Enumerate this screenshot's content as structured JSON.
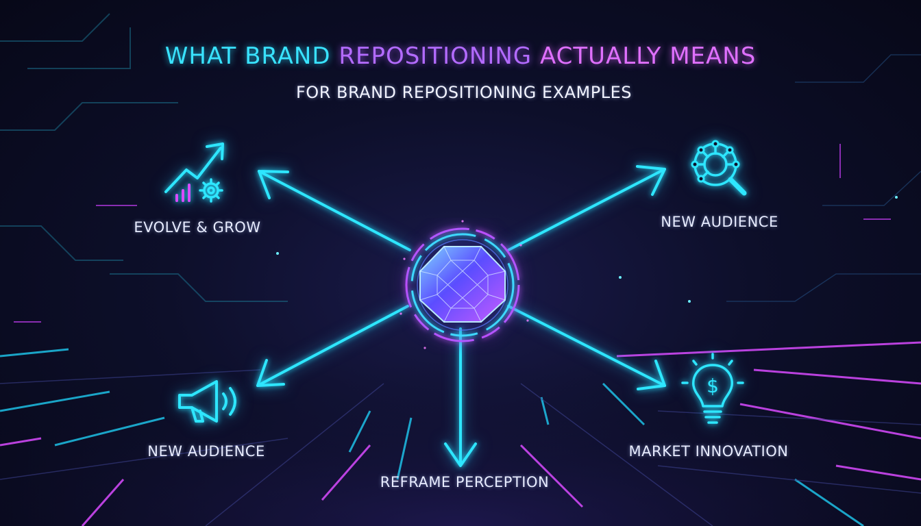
{
  "title": {
    "part1": "WHAT BRAND ",
    "part2": "REPOSITIONING ",
    "part3": "ACTUALLY MEANS"
  },
  "subtitle": "FOR BRAND REPOSITIONING EXAMPLES",
  "nodes": [
    {
      "label": "EVOLVE & GROW",
      "icon": "growth-chart-gear-icon"
    },
    {
      "label": "NEW AUDIENCE",
      "icon": "network-magnifier-icon"
    },
    {
      "label": "NEW AUDIENCE",
      "icon": "megaphone-icon"
    },
    {
      "label": "REFRAME PERCEPTION",
      "icon": ""
    },
    {
      "label": "MARKET INNOVATION",
      "icon": "lightbulb-dollar-icon"
    }
  ],
  "center": {
    "icon": "gem-icon"
  },
  "colors": {
    "cyan": "#2ee6ff",
    "magenta": "#d94bff",
    "purple": "#8a5bff",
    "background": "#0a0b22"
  }
}
